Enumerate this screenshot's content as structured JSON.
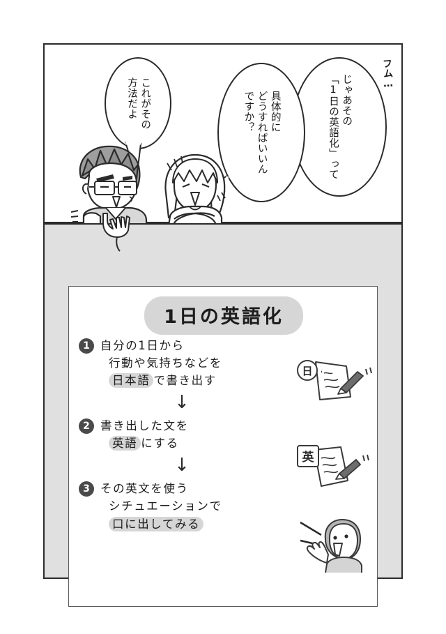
{
  "page": {
    "kind": "manga-instructional-page",
    "background_color": "#ffffff"
  },
  "panels": [
    {
      "id": "top-panel",
      "background_color": "#ffffff",
      "border_color": "#2b2b2b",
      "mumble": "フム…",
      "bubbles": [
        {
          "id": "bubble-teacher",
          "speaker": "man-with-glasses",
          "text": "これがその\n方法だよ"
        },
        {
          "id": "bubble-student-2",
          "speaker": "woman",
          "text": "具体的に\nどうすればいいん\nですか？"
        },
        {
          "id": "bubble-student-1",
          "speaker": "woman",
          "text": "じゃあその\n「1日の英語化」って"
        }
      ],
      "characters": [
        {
          "id": "man-with-glasses",
          "description": "眼鏡の男性"
        },
        {
          "id": "woman",
          "description": "腕組みの女性"
        }
      ]
    },
    {
      "id": "bottom-panel",
      "background_color": "#e0e0e0",
      "border_color": "#2b2b2b",
      "board": {
        "background_color": "#ffffff",
        "border_color": "#5a5a5a",
        "title": "1日の英語化",
        "title_highlight_color": "#d6d6d6",
        "steps": [
          {
            "number": "1",
            "lines": [
              {
                "text": "自分の1日から",
                "indent": false,
                "highlight": ""
              },
              {
                "text": "行動や気持ちなどを",
                "indent": true,
                "highlight": ""
              },
              {
                "text": "日本語で書き出す",
                "indent": true,
                "highlight": "日本語"
              }
            ],
            "illustration": "paper-pencil-jp-badge",
            "illustration_badge": "日"
          },
          {
            "number": "2",
            "lines": [
              {
                "text": "書き出した文を",
                "indent": false,
                "highlight": ""
              },
              {
                "text": "英語にする",
                "indent": true,
                "highlight": "英語"
              }
            ],
            "illustration": "paper-pen-en-badge",
            "illustration_badge": "英"
          },
          {
            "number": "3",
            "lines": [
              {
                "text": "その英文を使う",
                "indent": false,
                "highlight": ""
              },
              {
                "text": "シチュエーションで",
                "indent": true,
                "highlight": ""
              },
              {
                "text": "口に出してみる",
                "indent": true,
                "highlight": "口に出してみる"
              }
            ],
            "illustration": "person-speaking",
            "illustration_badge": ""
          }
        ],
        "arrow_glyph": "↓",
        "step_number_color": "#4a4a4a",
        "highlight_color": "#d6d6d6"
      }
    }
  ]
}
